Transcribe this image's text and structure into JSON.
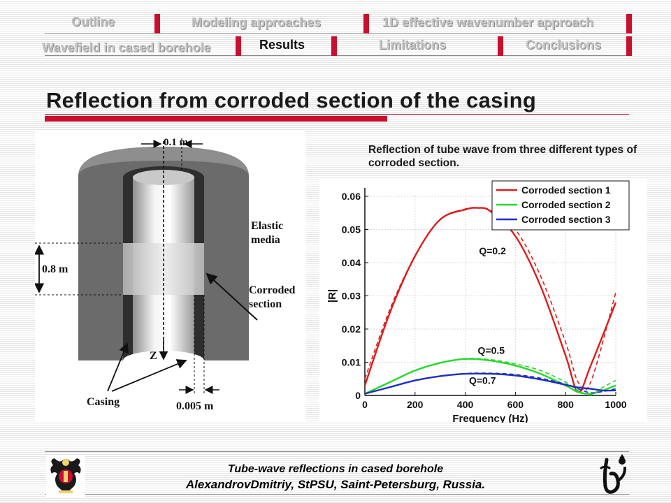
{
  "nav": {
    "row1": [
      "Outline",
      "Modeling approaches",
      "1D effective wavenumber approach"
    ],
    "row2": [
      "Wavefield in cased borehole",
      "Results",
      "Limitations",
      "Conclusions"
    ],
    "active": "Results"
  },
  "title": "Reflection from corroded section of the casing",
  "diagram": {
    "top_width": "0.1 m",
    "height_label": "0.8 m",
    "elastic_media": [
      "Elastic",
      "media"
    ],
    "corroded_section": [
      "Corroded",
      "section"
    ],
    "axis_label": "Z",
    "casing_label": "Casing",
    "thickness_label": "0.005 m"
  },
  "chart_caption": "Reflection of tube wave from three different types of corroded section.",
  "chart_data": {
    "type": "line",
    "xlabel": "Frequency (Hz)",
    "ylabel": "|R|",
    "xlim": [
      0,
      1000
    ],
    "ylim": [
      0,
      0.06
    ],
    "xticks": [
      0,
      200,
      400,
      600,
      800,
      1000
    ],
    "yticks": [
      0,
      0.01,
      0.02,
      0.03,
      0.04,
      0.05,
      0.06
    ],
    "legend_position": "top-right",
    "series": [
      {
        "name": "Corroded section 1",
        "color": "#e01b1b",
        "annotation": "Q=0.2",
        "x": [
          0,
          100,
          200,
          300,
          400,
          450,
          500,
          600,
          700,
          800,
          850,
          900,
          1000
        ],
        "y": [
          0.003,
          0.025,
          0.042,
          0.053,
          0.056,
          0.0565,
          0.0555,
          0.048,
          0.033,
          0.012,
          0.001,
          0.009,
          0.028
        ],
        "dashed_y": [
          0.005,
          0.026,
          0.042,
          0.053,
          0.0562,
          0.0565,
          0.0558,
          0.05,
          0.036,
          0.016,
          0.004,
          0.004,
          0.031
        ]
      },
      {
        "name": "Corroded section 2",
        "color": "#25d92b",
        "annotation": "Q=0.5",
        "x": [
          0,
          100,
          200,
          300,
          400,
          500,
          600,
          700,
          800,
          850,
          900,
          950,
          1000
        ],
        "y": [
          0.0005,
          0.004,
          0.0075,
          0.0098,
          0.011,
          0.0105,
          0.009,
          0.0065,
          0.003,
          0.001,
          0.0005,
          0.0015,
          0.003
        ],
        "dashed_y": [
          0.0005,
          0.004,
          0.0075,
          0.0098,
          0.0111,
          0.0108,
          0.0095,
          0.0075,
          0.004,
          0.0015,
          0.0002,
          0.0025,
          0.0045
        ]
      },
      {
        "name": "Corroded section 3",
        "color": "#1f2fbf",
        "annotation": "Q=0.7",
        "x": [
          0,
          100,
          200,
          300,
          400,
          500,
          600,
          700,
          800,
          850,
          900,
          950,
          1000
        ],
        "y": [
          0.0005,
          0.0025,
          0.0045,
          0.0058,
          0.0065,
          0.0065,
          0.006,
          0.0048,
          0.0032,
          0.0024,
          0.002,
          0.0015,
          0.0015
        ],
        "dashed_y": [
          0.0005,
          0.0025,
          0.0045,
          0.0058,
          0.0066,
          0.0067,
          0.0063,
          0.0052,
          0.0034,
          0.002,
          0.0008,
          0.0012,
          0.002
        ]
      }
    ]
  },
  "footer": {
    "line1": "Tube-wave reflections in cased borehole",
    "line2": "AlexandrovDmitriy, StPSU, Saint-Petersburg, Russia."
  }
}
